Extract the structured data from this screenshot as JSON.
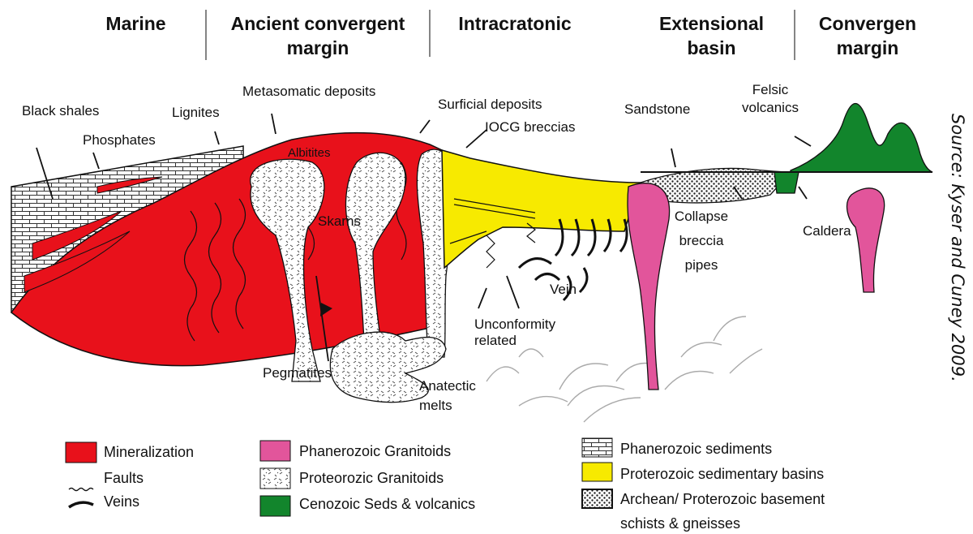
{
  "headers": {
    "marine": "Marine",
    "ancient_convergent": "Ancient convergent margin",
    "intracratonic": "Intracratonic",
    "extensional": "Extensional basin",
    "convergent": "Convergen margin"
  },
  "labels": {
    "black_shales": "Black shales",
    "phosphates": "Phosphates",
    "lignites": "Lignites",
    "metasomatic": "Metasomatic deposits",
    "albitites": "Albitites",
    "skarns": "Skarns",
    "surficial": "Surficial  deposits",
    "iocg": "IOCG  breccias",
    "sandstone": "Sandstone",
    "felsic": "Felsic volcanics",
    "collapse": "Collapse breccia pipes",
    "caldera": "Caldera",
    "vein": "Vein",
    "unconformity": "Unconformity related",
    "pegmatites": "Pegmatites",
    "anatectic": "Anatectic melts"
  },
  "source": "Source: Kyser and Cuney 2009.",
  "legend": {
    "mineralization": "Mineralization",
    "faults": "Faults",
    "veins": "Veins",
    "phanerozoic_granitoids": "Phanerozoic  Granitoids",
    "proterozoic_granitoids": "Proteorozic  Granitoids",
    "cenozoic": "Cenozoic Seds &  volcanics",
    "phanerozoic_sediments": "Phanerozoic sediments",
    "proterozoic_basins": "Proterozoic  sedimentary basins",
    "archean_1": "Archean/ Proterozoic basement",
    "archean_2": "schists &  gneisses"
  },
  "colors": {
    "mineralization": "#e8111b",
    "phanerozoic_granitoids": "#e2559b",
    "proterozoic_basins": "#f7ea00",
    "cenozoic": "#12852c"
  }
}
